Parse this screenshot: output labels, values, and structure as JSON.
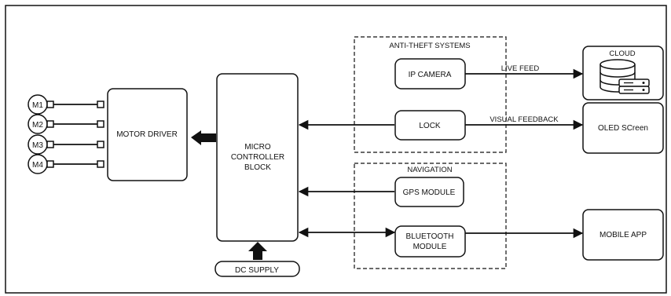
{
  "motors": [
    "M1",
    "M2",
    "M3",
    "M4"
  ],
  "blocks": {
    "motor_driver": "MOTOR DRIVER",
    "micro_controller": [
      "MICRO",
      "CONTROLLER",
      "BLOCK"
    ],
    "dc_supply": "DC SUPPLY",
    "ip_camera": "IP CAMERA",
    "lock": "LOCK",
    "gps_module": "GPS MODULE",
    "bluetooth_module": [
      "BLUETOOTH",
      "MODULE"
    ],
    "cloud": "CLOUD",
    "oled_screen": "OLED SCreen",
    "mobile_app": "MOBILE APP"
  },
  "groups": {
    "anti_theft": "ANTI-THEFT SYSTEMS",
    "navigation": "NAVIGATION"
  },
  "connections": {
    "live_feed": "LIVE FEED",
    "visual_feedback": "VISUAL FEEDBACK"
  }
}
